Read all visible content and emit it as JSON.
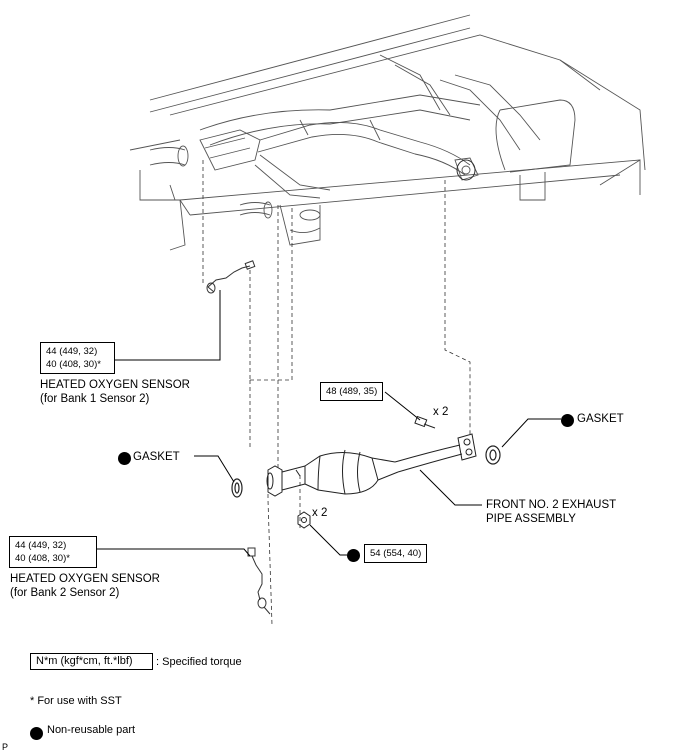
{
  "labels": {
    "sensor_bank1_torque": [
      "44 (449, 32)",
      "40 (408, 30)*"
    ],
    "sensor_bank1_name": [
      "HEATED OXYGEN SENSOR",
      "(for Bank 1 Sensor 2)"
    ],
    "bolt_torque": "48 (489, 35)",
    "bolt_qty": "x 2",
    "gasket_rear": "GASKET",
    "gasket_front": "GASKET",
    "pipe_name": [
      "FRONT NO. 2 EXHAUST",
      "PIPE ASSEMBLY"
    ],
    "nut_qty": "x 2",
    "nut_torque": "54 (554, 40)",
    "sensor_bank2_torque": [
      "44 (449, 32)",
      "40 (408, 30)*"
    ],
    "sensor_bank2_name": [
      "HEATED OXYGEN SENSOR",
      "(for Bank 2 Sensor 2)"
    ]
  },
  "legend": {
    "torque_unit": "N*m (kgf*cm, ft.*lbf)",
    "torque_desc": ": Specified torque",
    "sst_note": "* For use with SST",
    "nonreusable": "Non-reusable part"
  },
  "corner_mark": "P"
}
